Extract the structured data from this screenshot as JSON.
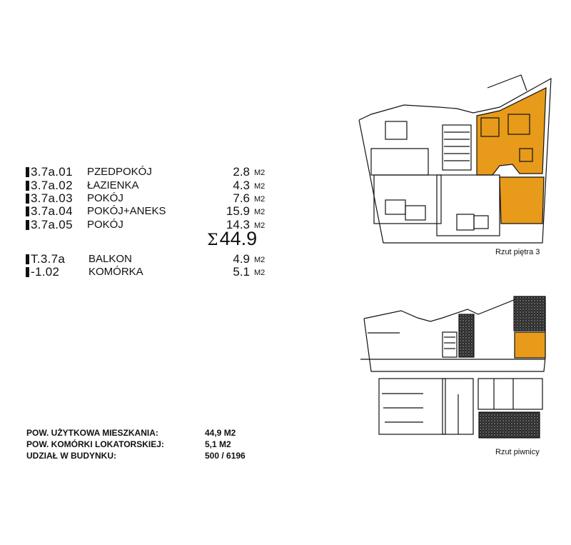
{
  "rooms": [
    {
      "code": "3.7a.01",
      "name": "PZEDPOKÓJ",
      "area": "2.8",
      "unit": "M2"
    },
    {
      "code": "3.7a.02",
      "name": "ŁAZIENKA",
      "area": "4.3",
      "unit": "M2"
    },
    {
      "code": "3.7a.03",
      "name": "POKÓJ",
      "area": "7.6",
      "unit": "M2"
    },
    {
      "code": "3.7a.04",
      "name": "POKÓJ+ANEKS",
      "area": "15.9",
      "unit": "M2"
    },
    {
      "code": "3.7a.05",
      "name": "POKÓJ",
      "area": "14.3",
      "unit": "M2"
    }
  ],
  "total": {
    "symbol": "Σ",
    "value": "44.9"
  },
  "extras": [
    {
      "code": "T.3.7a",
      "name": "BALKON",
      "area": "4.9",
      "unit": "M2"
    },
    {
      "code": "-1.02",
      "name": "KOMÓRKA",
      "area": "5.1",
      "unit": "M2"
    }
  ],
  "summary": [
    {
      "label": "POW. UŻYTKOWA MIESZKANIA:",
      "value": "44,9 M2"
    },
    {
      "label": "POW. KOMÓRKI LOKATORSKIEJ:",
      "value": "5,1 M2"
    },
    {
      "label": "UDZIAŁ W BUDYNKU:",
      "value": "500 / 6196"
    }
  ],
  "plans": {
    "floor_caption": "Rzut piętra 3",
    "basement_caption": "Rzut piwnicy"
  },
  "colors": {
    "highlight": "#E89A1A",
    "wall": "#111111",
    "texture": "#2a2a2a"
  }
}
